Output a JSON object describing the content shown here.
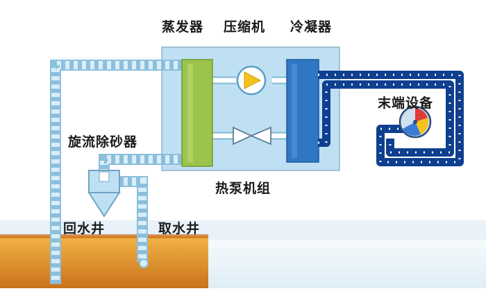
{
  "labels": {
    "evaporator": "蒸发器",
    "compressor": "压缩机",
    "condenser": "冷凝器",
    "terminal_equipment": "末端设备",
    "cyclone_desander": "旋流除砂器",
    "heat_pump_unit": "热泵机组",
    "recharge_well": "回水井",
    "extraction_well": "取水井"
  },
  "colors": {
    "ground_top": "#f3b447",
    "ground_bottom": "#c9731a",
    "unit_panel": "#bfe0f3",
    "unit_panel_border": "#8fb3c9",
    "evaporator": "#9cc44c",
    "condenser": "#2f77c2",
    "compressor_arrow": "#f4c21a",
    "light_pipe": "#d9eef8",
    "light_pipe_edge": "#8cbfdc",
    "dark_pipe": "#0f3f8f"
  },
  "icons": {
    "compressor": "compressor-pump-icon",
    "valve": "expansion-valve-icon",
    "terminal": "fan-coil-icon"
  }
}
